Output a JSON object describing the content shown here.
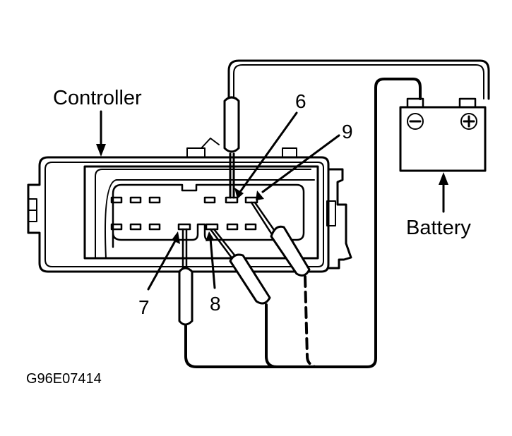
{
  "figure_code": "G96E07414",
  "labels": {
    "controller": "Controller",
    "battery": "Battery"
  },
  "terminals": {
    "pin_6": "6",
    "pin_7": "7",
    "pin_8": "8",
    "pin_9": "9"
  },
  "battery_symbols": {
    "negative": "minus-terminal",
    "positive": "plus-terminal"
  },
  "colors": {
    "ink": "#000000",
    "background": "#ffffff"
  }
}
